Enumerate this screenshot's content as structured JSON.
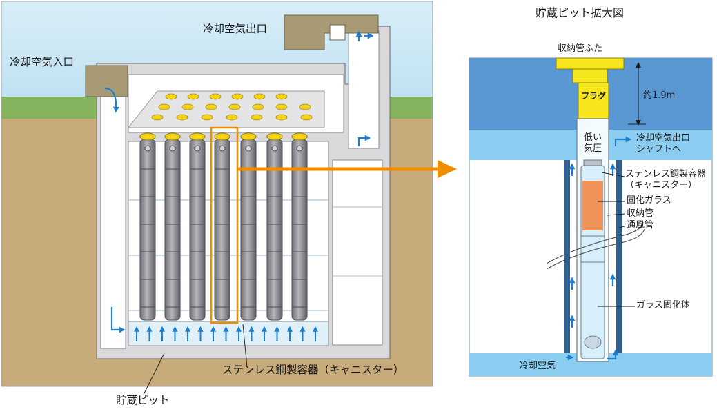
{
  "labels": {
    "cooling_air_outlet": "冷却空気出口",
    "cooling_air_inlet": "冷却空気入口",
    "canister_caption": "ステンレス鋼製容器（キャニスター）",
    "storage_pit": "貯蔵ピット",
    "detail_title": "貯蔵ピット拡大図",
    "storage_tube_lid": "収納管ふた",
    "plug": "プラグ",
    "height_approx": "約1.9m",
    "low_pressure_line1": "低い",
    "low_pressure_line2": "気圧",
    "outlet_to_shaft_line1": "冷却空気出口",
    "outlet_to_shaft_line2": "シャフトへ",
    "canister_detail_line1": "ステンレス鋼製容器",
    "canister_detail_line2": "（キャニスター）",
    "vitrified_glass": "固化ガラス",
    "storage_tube": "収納管",
    "ventilation_tube": "通風管",
    "vitrified_body": "ガラス固化体",
    "cooling_air": "冷却空気"
  },
  "colors": {
    "sky": "#c8e6f5",
    "ground": "#c4a878",
    "grass": "#7fae5a",
    "concrete": "#d6d6d8",
    "concrete_edge": "#8a8a8e",
    "canister": "#8f8f95",
    "canister_cap": "#f4d21a",
    "arrow_blue": "#1a7fd0",
    "highlight": "#f08c00",
    "detail_dark": "#4f8fcf",
    "detail_light": "#7cc7ef",
    "glass_orange": "#f0935a",
    "plug_yellow": "#f7e61c"
  }
}
